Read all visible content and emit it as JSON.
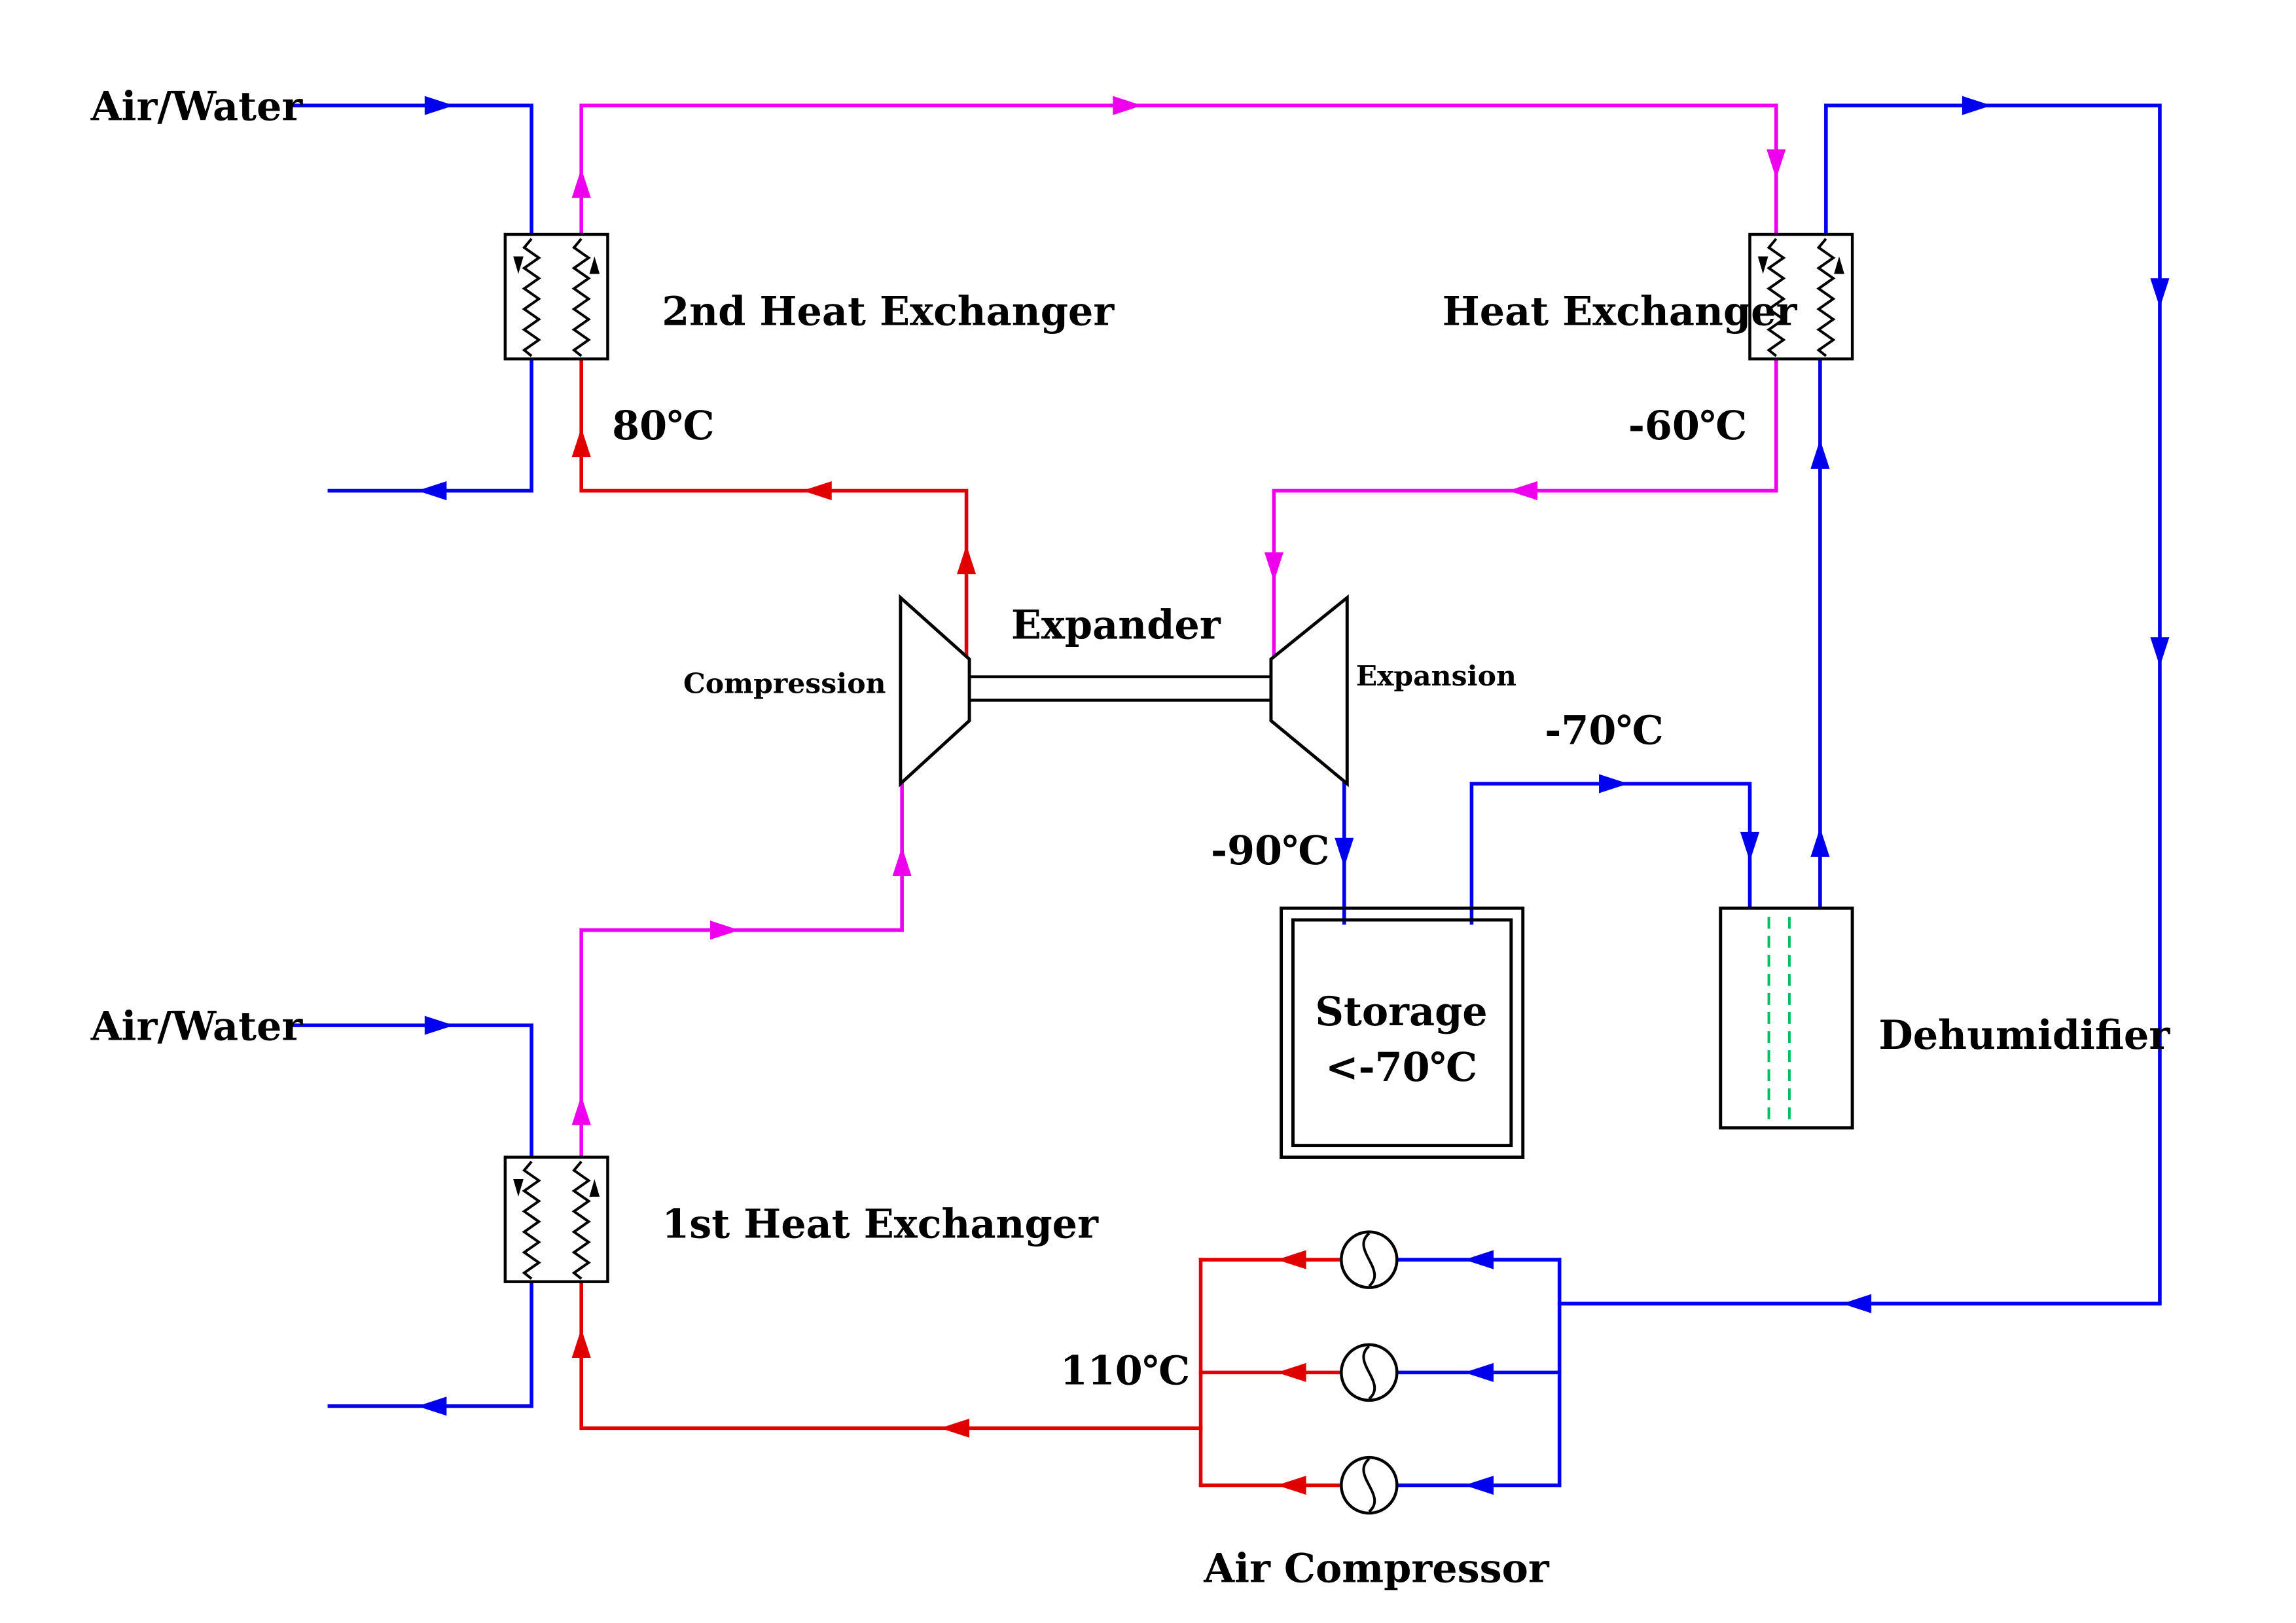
{
  "diagram": {
    "type": "process-flow-diagram",
    "labels": {
      "air_water_top": "Air/Water",
      "air_water_bottom": "Air/Water",
      "second_heat_exchanger": "2nd Heat Exchanger",
      "right_heat_exchanger": "Heat Exchanger",
      "first_heat_exchanger": "1st Heat Exchanger",
      "expander": "Expander",
      "compression": "Compression",
      "expansion": "Expansion",
      "storage_line1": "Storage",
      "storage_line2": "<-70℃",
      "dehumidifier": "Dehumidifier",
      "air_compressor": "Air Compressor"
    },
    "temperatures": {
      "after_2nd_hx": "80℃",
      "after_right_hx": "-60℃",
      "after_storage": "-70℃",
      "after_expander": "-90℃",
      "after_compressor": "110℃"
    },
    "colors": {
      "cold_stream": "#0000ee",
      "process_stream": "#ee00ee",
      "hot_stream": "#e00000",
      "component_outline": "#000000",
      "dehumidifier_media": "#00c060"
    }
  }
}
